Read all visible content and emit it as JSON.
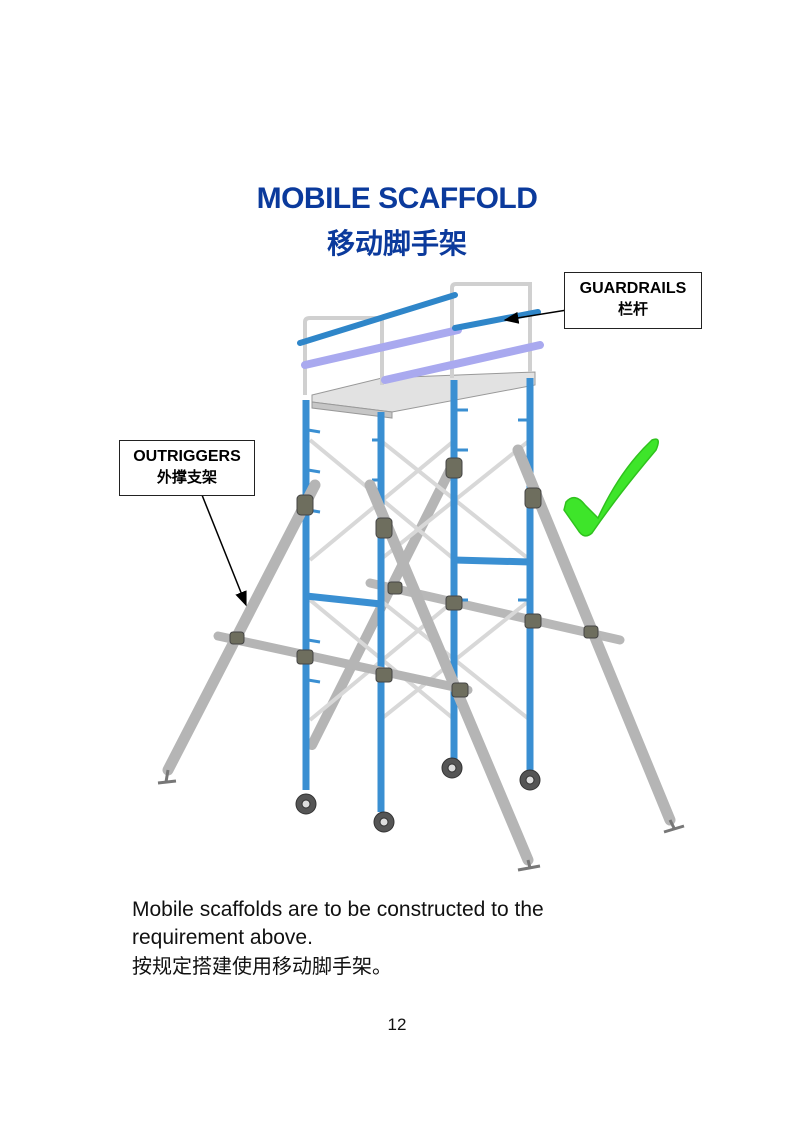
{
  "title": {
    "en": "MOBILE SCAFFOLD",
    "zh": "移动脚手架"
  },
  "callouts": {
    "guardrails": {
      "en": "GUARDRAILS",
      "zh": "栏杆"
    },
    "outriggers": {
      "en": "OUTRIGGERS",
      "zh": "外撑支架"
    }
  },
  "illustration": {
    "subject": "mobile scaffold tower with outriggers and wheels",
    "check_icon": "green-check-icon",
    "colors": {
      "frame_blue": "#3a8fd2",
      "guardrail_purple": "#a9a9ef",
      "guardrail_blue": "#2f86c9",
      "outrigger_grey": "#b8b8b8",
      "check_green": "#3ee52a",
      "title_blue": "#0b3a9c"
    }
  },
  "caption": {
    "line1": "Mobile scaffolds are to be constructed to the",
    "line2": "requirement above.",
    "zh": "按规定搭建使用移动脚手架。"
  },
  "page_number": "12"
}
